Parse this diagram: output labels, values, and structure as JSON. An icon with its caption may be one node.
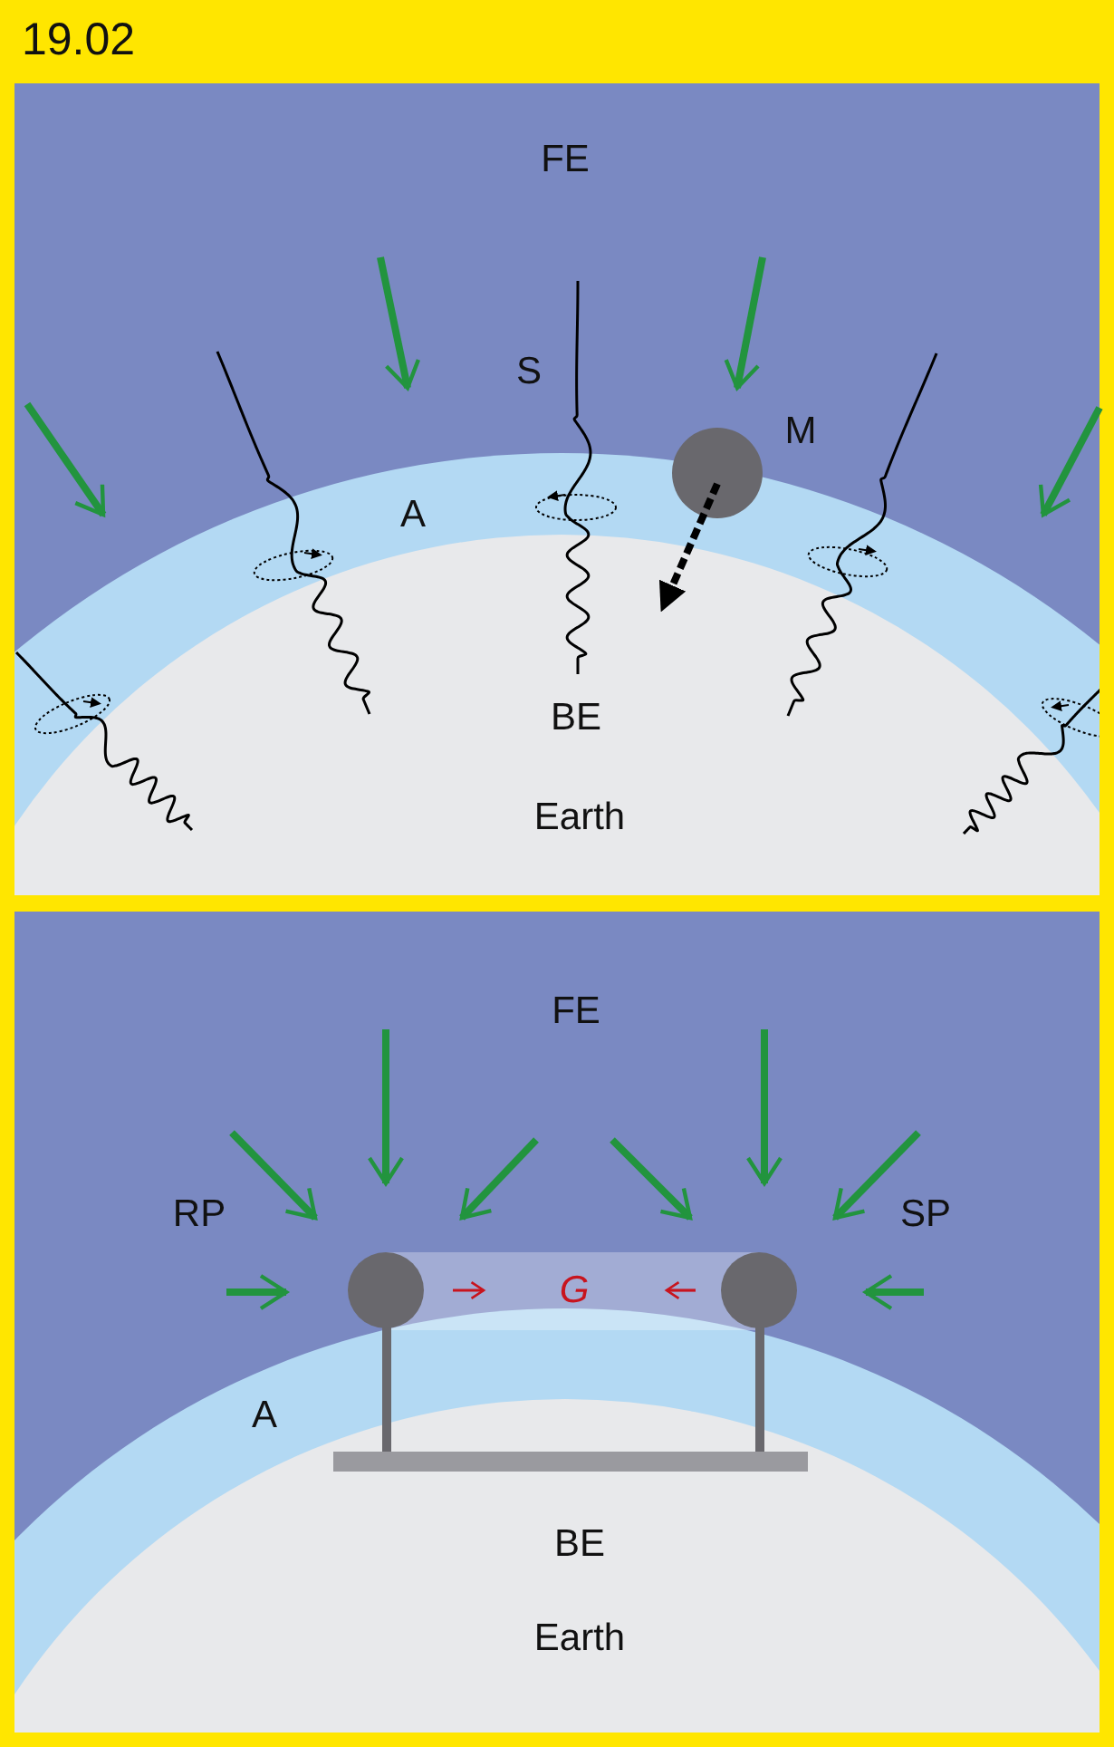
{
  "diagram": {
    "title": "19.02",
    "labels": [
      "FE",
      "S",
      "M",
      "A",
      "BE",
      "Earth",
      "FE",
      "RP",
      "SP",
      "G",
      "A",
      "BE",
      "Earth"
    ]
  }
}
